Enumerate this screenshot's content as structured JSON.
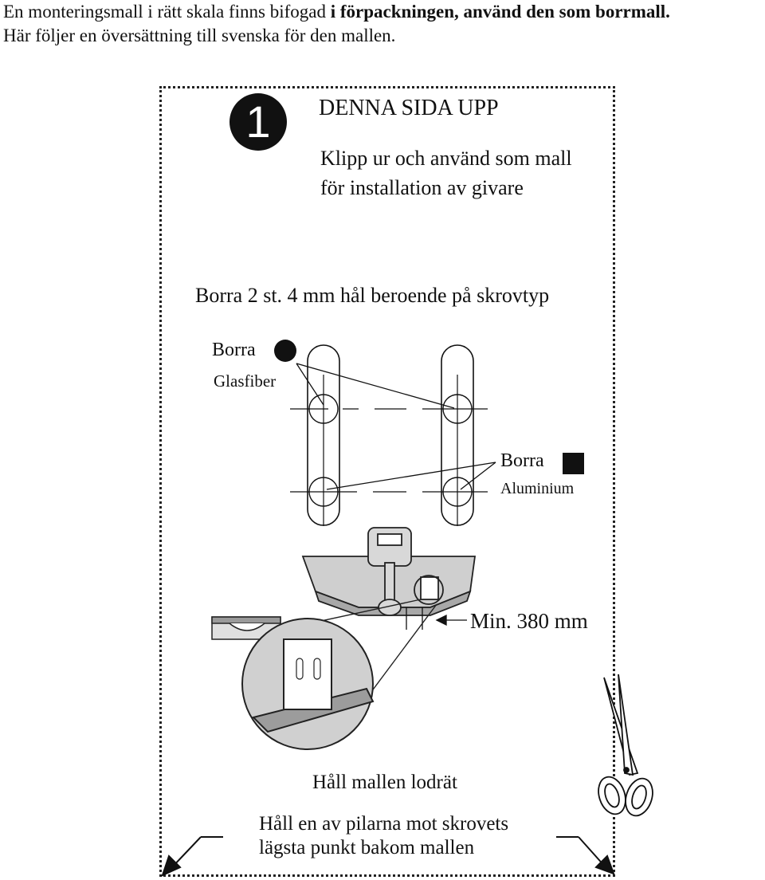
{
  "intro": {
    "line1_normal": "En monteringsmall i rätt skala finns bifogad ",
    "line1_bold": "i förpackningen, använd den som borrmall.",
    "line2": "Här följer en översättning till svenska för den mallen."
  },
  "template": {
    "step_number": "1",
    "heading": "DENNA SIDA UPP",
    "cut_line1": "Klipp ur och använd som mall",
    "cut_line2": "för installation av givare",
    "drill_instruction": "Borra 2 st. 4  mm hål beroende på skrovtyp",
    "fiberglass_drill_label": "Borra",
    "fiberglass_label": "Glasfiber",
    "aluminium_drill_label": "Borra",
    "aluminium_label": "Aluminium",
    "min_distance": "Min. 380 mm",
    "hold_vertical": "Håll mallen lodrät",
    "hold_arrow_line1": "Håll en av pilarna mot skrovets",
    "hold_arrow_line2": "lägsta punkt bakom mallen"
  },
  "icons": {
    "fiberglass_marker": "filled-circle-icon",
    "aluminium_marker": "filled-square-icon",
    "cut": "scissors-icon",
    "arrow_left": "arrow-down-left-icon",
    "arrow_right": "arrow-down-right-icon"
  }
}
